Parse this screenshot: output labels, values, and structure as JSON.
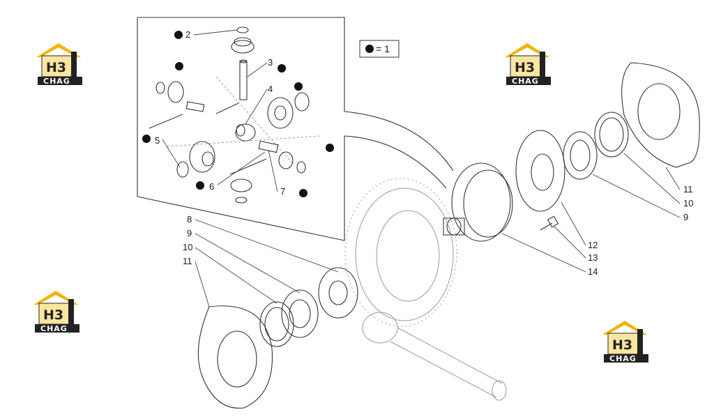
{
  "logo": {
    "mark": "H3",
    "word": "CHAG",
    "colors": {
      "roof": "#f0b400",
      "dark": "#222222"
    }
  },
  "legend": {
    "symbol": "filled-dot",
    "text": "= 1"
  },
  "callouts": [
    "2",
    "3",
    "4",
    "5",
    "6",
    "7",
    "8",
    "9",
    "10",
    "11",
    "9",
    "10",
    "11",
    "12",
    "13",
    "14"
  ],
  "colors": {
    "line": "#333333",
    "faint": "#9a9a9a",
    "dot": "#111111"
  }
}
